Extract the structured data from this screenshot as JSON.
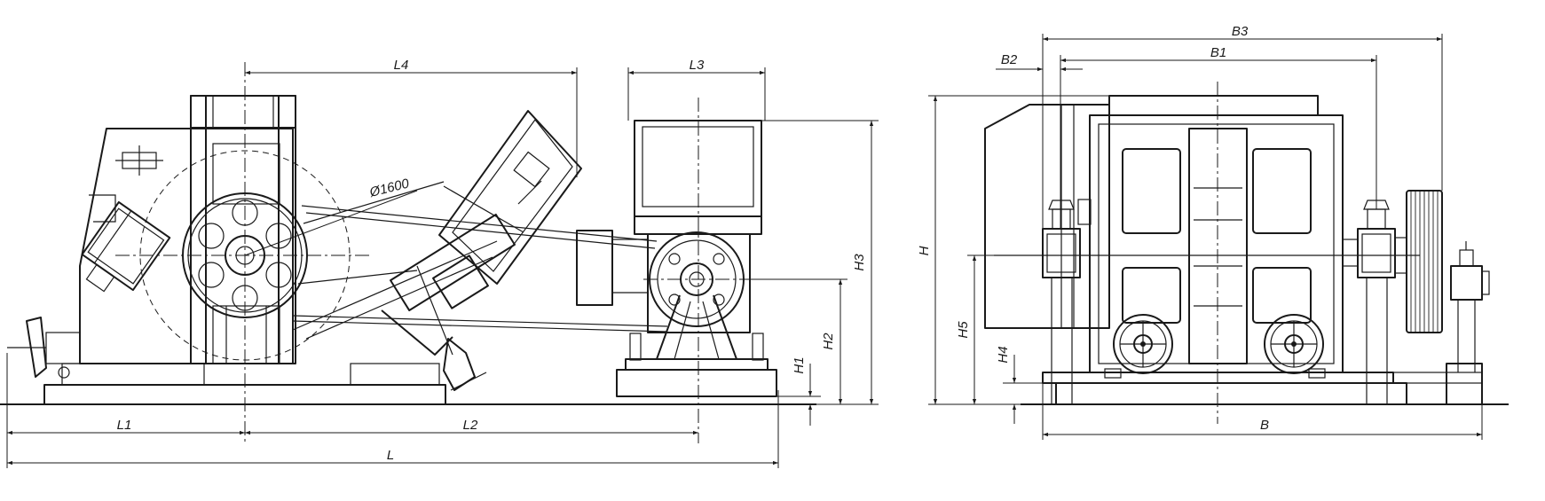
{
  "dimensions": {
    "L": "L",
    "L1": "L1",
    "L2": "L2",
    "L3": "L3",
    "L4": "L4",
    "H": "H",
    "H1": "H1",
    "H2": "H2",
    "H3": "H3",
    "H4": "H4",
    "H5": "H5",
    "B": "B",
    "B1": "B1",
    "B2": "B2",
    "B3": "B3"
  },
  "annotations": {
    "diameter": "Ø1600"
  }
}
